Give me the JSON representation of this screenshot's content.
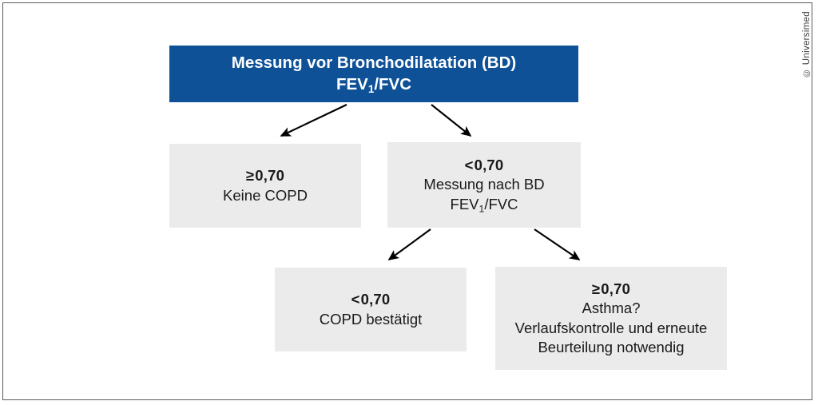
{
  "figure": {
    "credit": "© Universimed",
    "colors": {
      "header_fill": "#0f5197",
      "box_fill": "#ebebeb",
      "text_dark": "#1a1a1a",
      "text_light": "#ffffff",
      "arrow": "#000000",
      "frame": "#5a5a5a"
    }
  },
  "nodes": {
    "root": {
      "line1": "Messung vor Bronchodilatation (BD)",
      "line2_pre": "FEV",
      "line2_sub": "1",
      "line2_post": "/FVC"
    },
    "no_copd": {
      "comparator": "≥",
      "value": "0,70",
      "line2": "Keine COPD"
    },
    "post_bd": {
      "comparator": "<",
      "value": "0,70",
      "line2": "Messung nach BD",
      "line3_pre": "FEV",
      "line3_sub": "1",
      "line3_post": "/FVC"
    },
    "copd_confirmed": {
      "comparator": "<",
      "value": "0,70",
      "line2": "COPD bestätigt"
    },
    "asthma": {
      "comparator": "≥",
      "value": "0,70",
      "line2": "Asthma?",
      "line3": "Verlaufskontrolle und erneute",
      "line4": "Beurteilung notwendig"
    }
  }
}
